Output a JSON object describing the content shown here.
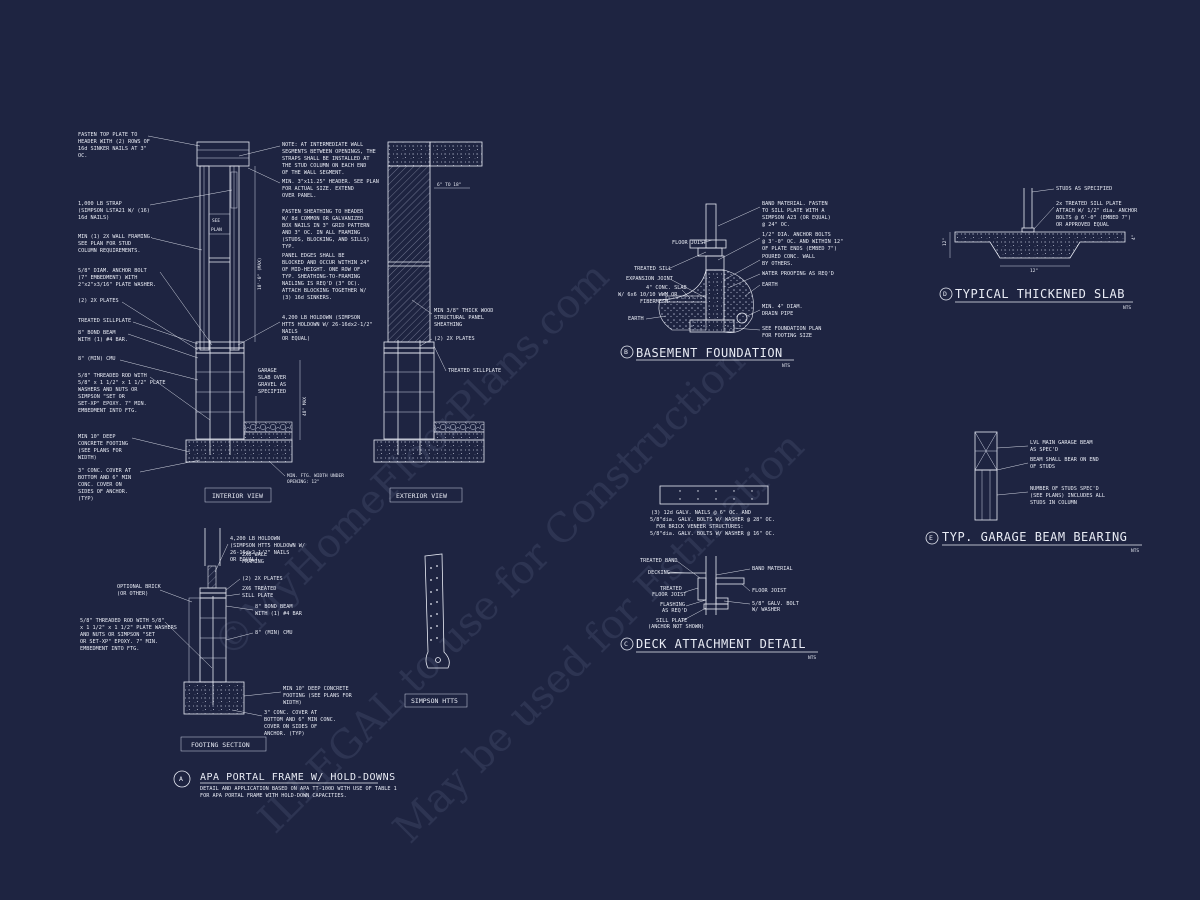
{
  "watermark": {
    "line1": "©MyHomeFloorPlans.com",
    "line2": "ILLEGAL to use for Construction",
    "line3": "May be used for Estimation"
  },
  "detail_a": {
    "title": "APA PORTAL FRAME W/ HOLD-DOWNS",
    "marker": "A",
    "note_line1": "DETAIL AND APPLICATION BASED ON APA TT-100D WITH USE OF TABLE 1",
    "note_line2": "FOR APA PORTAL FRAME WITH HOLD-DOWN CAPACITIES.",
    "interior_view": "INTERIOR VIEW",
    "exterior_view": "EXTERIOR VIEW",
    "footing_section": "FOOTING SECTION",
    "simpson": "SIMPSON HTT5",
    "see_plan_1": "SEE",
    "see_plan_2": "PLAN",
    "dim_height": "10'-0\" (MAX)",
    "dim_48": "48\" MAX",
    "dim_6to18": "6\" TO 18\"",
    "left_notes": [
      [
        "FASTEN TOP PLATE TO",
        "HEADER WITH (2) ROWS OF",
        "16d SINKER NAILS AT 3\"",
        "OC."
      ],
      [
        "1,000 LB STRAP",
        "(SIMPSON LSTA21 W/ (16)",
        "16d NAILS)"
      ],
      [
        "MIN (1) 2X WALL FRAMING.",
        "SEE PLAN FOR STUD",
        "COLUMN REQUIREMENTS."
      ],
      [
        "5/8\" DIAM. ANCHOR BOLT",
        "(7\" EMBEDMENT) WITH",
        "2\"x2\"x3/16\" PLATE WASHER."
      ],
      [
        "(2) 2X PLATES"
      ],
      [
        "TREATED SILLPLATE"
      ],
      [
        "8\" BOND BEAM",
        "WITH (1) #4 BAR."
      ],
      [
        "8\" (MIN) CMU"
      ],
      [
        "5/8\" THREADED ROD WITH",
        "5/8\" x 1 1/2\" x 1 1/2\" PLATE",
        "WASHERS AND NUTS OR",
        "SIMPSON \"SET OR",
        "SET-XP\" EPOXY. 7\" MIN.",
        "EMBEDMENT INTO FTG."
      ],
      [
        "MIN 10\" DEEP",
        "CONCRETE FOOTING",
        "(SEE PLANS FOR",
        "WIDTH)"
      ],
      [
        "3\" CONC. COVER AT",
        "BOTTOM AND 6\" MIN",
        "CONC. COVER ON",
        "SIDES OF ANCHOR.",
        "(TYP)"
      ]
    ],
    "mid_notes": [
      [
        "NOTE: AT INTERMEDIATE WALL",
        "SEGMENTS BETWEEN OPENINGS, THE",
        "STRAPS SHALL BE INSTALLED AT",
        "THE STUD COLUMN ON EACH END",
        "OF THE WALL SEGMENT."
      ],
      [
        "MIN. 3\"x11.25\" HEADER. SEE PLAN",
        "FOR ACTUAL SIZE. EXTEND",
        "OVER PANEL."
      ],
      [
        "FASTEN SHEATHING TO HEADER",
        "W/ 8d COMMON OR GALVANIZED",
        "BOX NAILS IN 3\" GRID PATTERN",
        "AND 3\" OC. IN ALL FRAMING",
        "(STUDS, BLOCKING, AND SILLS)",
        "TYP."
      ],
      [
        "PANEL EDGES SHALL BE",
        "BLOCKED AND OCCUR WITHIN 24\"",
        "OF MID-HEIGHT. ONE ROW OF",
        "TYP. SHEATHING-TO-FRAMING",
        "NAILING IS REQ'D (3\" OC).",
        "ATTACH BLOCKING TOGETHER W/",
        "(3) 16d SINKERS."
      ],
      [
        "4,200 LB HOLDOWN (SIMPSON",
        "HTT5 HOLDOWN W/ 26-16dx2-1/2\"",
        "NAILS",
        "OR EQUAL)"
      ],
      [
        "GARAGE",
        "SLAB OVER",
        "GRAVEL AS",
        "SPECIFIED"
      ],
      [
        "MIN. FTG. WIDTH UNDER",
        "OPENING: 12\""
      ]
    ],
    "right_notes": [
      [
        "MIN 3/8\" THICK WOOD",
        "STRUCTURAL PANEL",
        "SHEATHING"
      ],
      [
        "(2) 2X PLATES"
      ],
      [
        "TREATED SILLPLATE"
      ]
    ],
    "footing_left_notes": [
      [
        "OPTIONAL BRICK",
        "(OR OTHER)"
      ],
      [
        "5/8\" THREADED ROD WITH 5/8\"",
        "x 1 1/2\" x 1 1/2\" PLATE WASHERS",
        "AND NUTS OR SIMPSON \"SET",
        "OR SET-XP\" EPOXY. 7\" MIN.",
        "EMBEDMENT INTO FTG."
      ]
    ],
    "footing_right_notes": [
      [
        "4,200 LB HOLDOWN",
        "(SIMPSON HTT5 HOLDOWN W/",
        "26-16dx2-1/2\" NAILS",
        "OR EQUAL)"
      ],
      [
        "2X6 WALL",
        "FRAMING"
      ],
      [
        "(2) 2X PLATES"
      ],
      [
        "2X6 TREATED",
        "SILL PLATE"
      ],
      [
        "8\" BOND BEAM",
        "WITH (1) #4 BAR"
      ],
      [
        "8\" (MIN) CMU"
      ],
      [
        "MIN 10\" DEEP CONCRETE",
        "FOOTING (SEE PLANS FOR",
        "WIDTH)"
      ],
      [
        "3\" CONC. COVER AT",
        "BOTTOM AND 6\" MIN CONC.",
        "COVER ON SIDES OF",
        "ANCHOR. (TYP)"
      ]
    ]
  },
  "detail_b": {
    "marker": "B",
    "title": "BASEMENT FOUNDATION",
    "nts": "NTS",
    "left_notes": [
      [
        "FLOOR JOIST"
      ],
      [
        "TREATED SILL"
      ],
      [
        "EXPANSION JOINT"
      ],
      [
        "4\" CONC. SLAB",
        "W/ 6x6 10/10 WWM OR",
        "FIBERMESH"
      ],
      [
        "EARTH"
      ]
    ],
    "right_notes": [
      [
        "BAND MATERIAL. FASTEN",
        "TO SILL PLATE WITH A",
        "SIMPSON A23 (OR EQUAL)",
        "@ 24\" OC."
      ],
      [
        "1/2\" DIA. ANCHOR BOLTS",
        "@ 3'-0\" OC. AND WITHIN 12\"",
        "OF PLATE ENDS (EMBED 7\")"
      ],
      [
        "POURED CONC. WALL",
        "BY OTHERS."
      ],
      [
        "WATER PROOFING AS REQ'D"
      ],
      [
        "EARTH"
      ],
      [
        "MIN. 4\" DIAM.",
        "DRAIN PIPE"
      ],
      [
        "SEE FOUNDATION PLAN",
        "FOR FOOTING SIZE"
      ]
    ]
  },
  "detail_c": {
    "marker": "C",
    "title": "DECK ATTACHMENT DETAIL",
    "nts": "NTS",
    "top_notes": [
      "(3) 12d GALV. NAILS @ 6\" OC. AND",
      "5/8\"dia. GALV. BOLTS W/ WASHER @ 28\" OC.",
      "",
      "FOR BRICK VENEER STRUCTURES:",
      "5/8\"dia. GALV. BOLTS W/ WASHER @ 16\" OC."
    ],
    "left_notes": [
      [
        "TREATED BAND"
      ],
      [
        "DECKING"
      ],
      [
        "TREATED",
        "FLOOR JOIST"
      ],
      [
        "FLASHING",
        "AS REQ'D"
      ],
      [
        "SILL PLATE",
        "(ANCHOR NOT SHOWN)"
      ]
    ],
    "right_notes": [
      [
        "BAND MATERIAL"
      ],
      [
        "FLOOR JOIST"
      ],
      [
        "5/8\" GALV. BOLT",
        "W/ WASHER"
      ]
    ]
  },
  "detail_d": {
    "marker": "D",
    "title": "TYPICAL THICKENED SLAB",
    "nts": "NTS",
    "notes": [
      [
        "STUDS AS SPECIFIED"
      ],
      [
        "2x TREATED SILL PLATE",
        "ATTACH W/ 1/2\" dia. ANCHOR",
        "BOLTS @ 6'-0\" (EMBED 7\")",
        "OR APPROVED EQUAL"
      ]
    ],
    "dim_width": "12\"",
    "dim_depth": "12\"",
    "dim_slab": "4\""
  },
  "detail_e": {
    "marker": "E",
    "title": "TYP. GARAGE BEAM BEARING",
    "nts": "NTS",
    "notes": [
      [
        "LVL MAIN GARAGE BEAM",
        "AS SPEC'D"
      ],
      [
        "BEAM SHALL BEAR ON END",
        "OF STUDS"
      ],
      [
        "NUMBER OF STUDS SPEC'D",
        "(SEE PLANS) INCLUDES ALL",
        "STUDS IN COLUMN"
      ]
    ]
  }
}
